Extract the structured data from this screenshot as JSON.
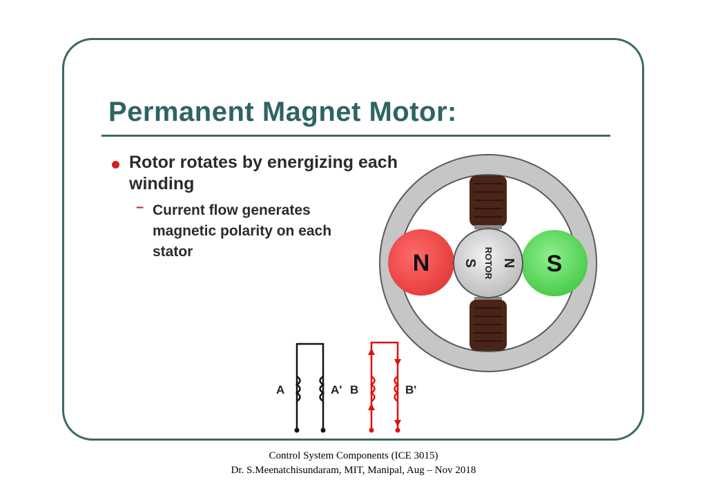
{
  "slide": {
    "title": "Permanent Magnet Motor:",
    "bullet": "Rotor rotates by energizing each winding",
    "sub_bullet": "Current flow generates magnetic polarity on each stator"
  },
  "motor": {
    "left_pole": "N",
    "right_pole": "S",
    "rotor_label": "ROTOR",
    "rotor_left_pole": "S",
    "rotor_right_pole": "N",
    "colors": {
      "north": "#e43a3a",
      "south": "#4fcf4f",
      "stator": "#c8c8c8",
      "coil": "#4a2418"
    }
  },
  "windings": {
    "labels": [
      "A",
      "A'",
      "B",
      "B'"
    ],
    "colors": {
      "phase_a": "#111111",
      "phase_b": "#e01010"
    }
  },
  "footer": {
    "line1": "Control System Components (ICE 3015)",
    "line2": "Dr. S.Meenatchisundaram, MIT, Manipal, Aug – Nov 2018"
  }
}
